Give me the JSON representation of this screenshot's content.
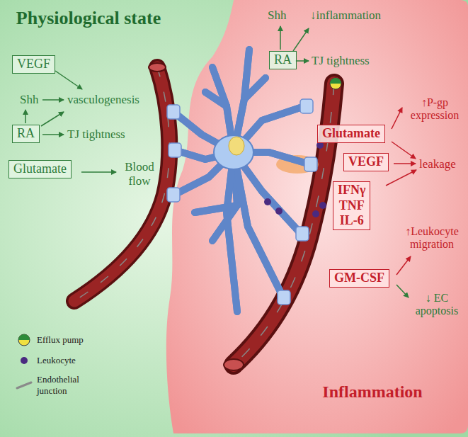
{
  "diagram": {
    "nodes": [
      {
        "text": [
          "Physiological state"
        ]
      },
      {
        "text": [
          "VEGF"
        ],
        "in": 0
      },
      {
        "text": [
          "RA"
        ],
        "in": 0
      },
      {
        "text": [
          "Glutamate"
        ],
        "in": 0
      },
      {
        "text": [
          "Inflammation"
        ]
      },
      {
        "text": [
          "RA"
        ],
        "in": 4
      },
      {
        "text": [
          "Glutamate"
        ],
        "in": 4
      },
      {
        "text": [
          "VEGF"
        ],
        "in": 4
      },
      {
        "text": [
          "IFNγ TNF IL-6"
        ],
        "in": 4
      },
      {
        "text": [
          "GM-CSF"
        ],
        "in": 4
      }
    ],
    "labels": [
      "Shh",
      "vasculogenesis",
      "TJ tightness",
      "Blood flow",
      "Shh",
      "↓inflammation",
      "TJ tightness",
      "↑P-gp expression",
      "leakage",
      "↑Leukocyte migration",
      "↓ EC apoptosis"
    ],
    "legend": [
      {
        "text": "Efflux pump"
      },
      {
        "text": "Leukocyte",
        "color": "#4a2a80"
      },
      {
        "text": "Endothelial junction"
      }
    ]
  }
}
